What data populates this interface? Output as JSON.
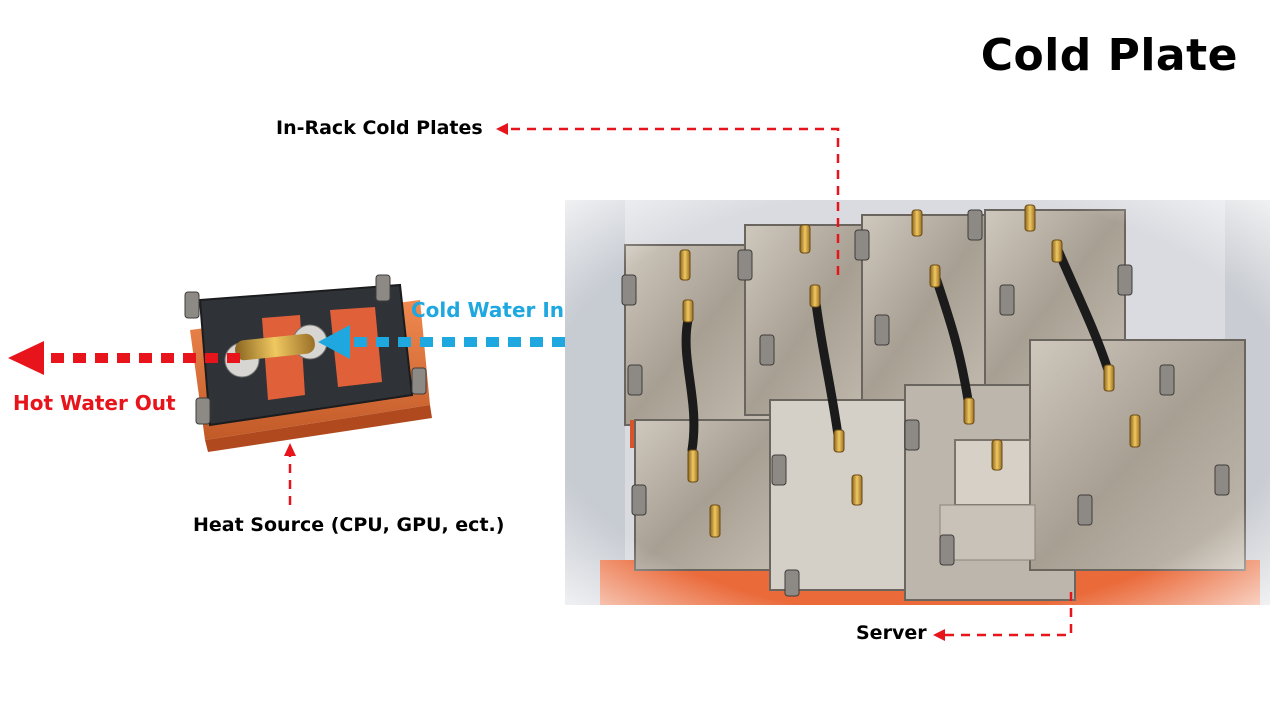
{
  "title": "Cold Plate",
  "labels": {
    "in_rack": "In-Rack Cold Plates",
    "cold_in": "Cold Water In",
    "hot_out": "Hot Water Out",
    "heat_source": "Heat Source (CPU, GPU, ect.)",
    "server": "Server"
  },
  "colors": {
    "hot": "#e8141c",
    "cold": "#1fa8e0",
    "copper": "#e0703a",
    "plate": "#2f3236",
    "steel": "#b9b1a6",
    "brass": "#c8962e"
  }
}
